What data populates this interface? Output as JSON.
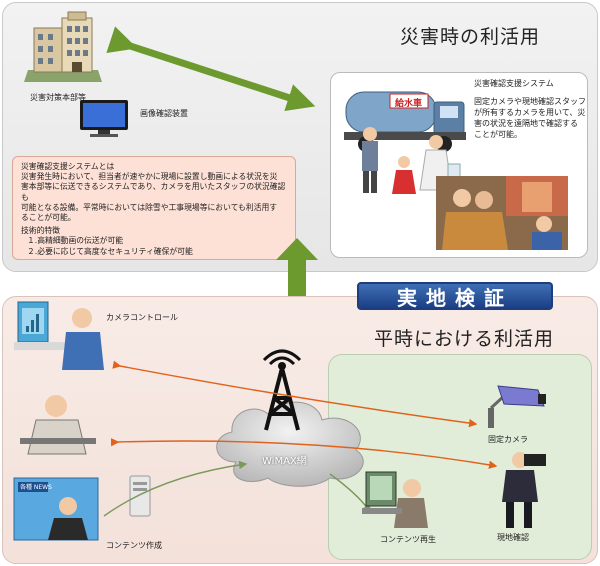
{
  "top": {
    "title": "災害時の利活用",
    "hq_label": "災害対策本部等",
    "monitor_label": "画像確認装置",
    "card": {
      "title": "災害確認支援システム",
      "desc": "固定カメラや現地確認スタッフ\nが所有するカメラを用いて、災\n害の状況を遠隔地で確認する\nことが可能。",
      "truck_sign": "給水車"
    },
    "info": {
      "paragraph": "災害確認支援システムとは\n災害発生時において、担当者が速やかに現場に設置し動画による状況を災\n害本部等に伝送できるシステムであり、カメラを用いたスタッフの状況確認も\n可能となる設備。平常時においては除雪や工事現場等においても利活用す\nることが可能。",
      "tech_heading": "技術的特徴",
      "tech_items": [
        "１.高精細動画の伝送が可能",
        "２.必要に応じて高度なセキュリティ確保が可能"
      ]
    }
  },
  "banner": "実地検証",
  "bottom": {
    "title": "平時における利活用",
    "camera_control": "カメラコントロール",
    "network": "WiMAX網",
    "fixed_camera": "固定カメラ",
    "field_check": "現地確認",
    "content_play": "コンテンツ再生",
    "content_make": "コンテンツ作成",
    "tv_caption": "各種 NEWS"
  },
  "colors": {
    "big_arrow": "#6c9a2e",
    "flow_arrow": "#e0621b",
    "banner": "#2b58a0",
    "tower": "#111111"
  }
}
